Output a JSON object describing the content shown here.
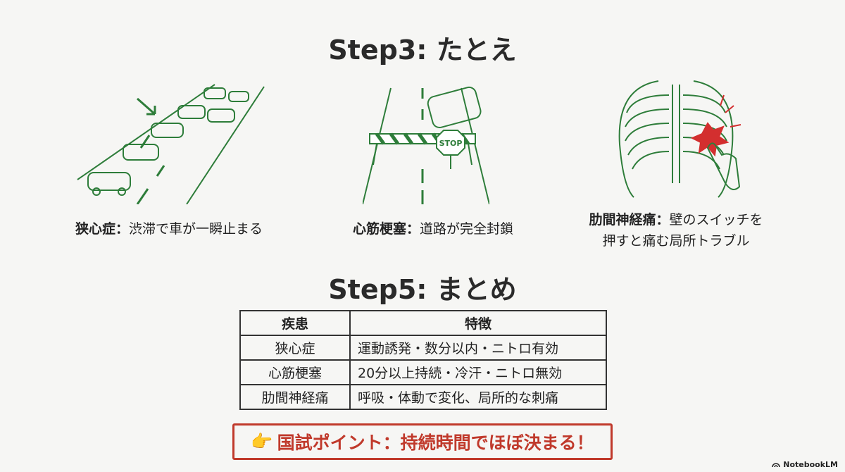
{
  "step3": {
    "title": "Step3: たとえ",
    "items": [
      {
        "term": "狭心症",
        "sep": "：",
        "desc": "渋滞で車が一瞬止まる"
      },
      {
        "term": "心筋梗塞",
        "sep": "：",
        "desc": "道路が完全封鎖",
        "sign": "STOP"
      },
      {
        "term": "肋間神経痛",
        "sep": "：",
        "desc": "壁のスイッチを",
        "desc2": "押すと痛む局所トラブル"
      }
    ]
  },
  "step5": {
    "title": "Step5: まとめ",
    "headers": [
      "疾患",
      "特徴"
    ],
    "rows": [
      [
        "狭心症",
        "運動誘発・数分以内・ニトロ有効"
      ],
      [
        "心筋梗塞",
        "20分以上持続・冷汗・ニトロ無効"
      ],
      [
        "肋間神経痛",
        "呼吸・体動で変化、局所的な刺痛"
      ]
    ]
  },
  "callout": {
    "icon": "👉",
    "text": "国試ポイント：持続時間でほぼ決まる！"
  },
  "branding": {
    "label": "NotebookLM"
  },
  "colors": {
    "illustration": "#2e7d3a",
    "accent": "#c0392b"
  }
}
